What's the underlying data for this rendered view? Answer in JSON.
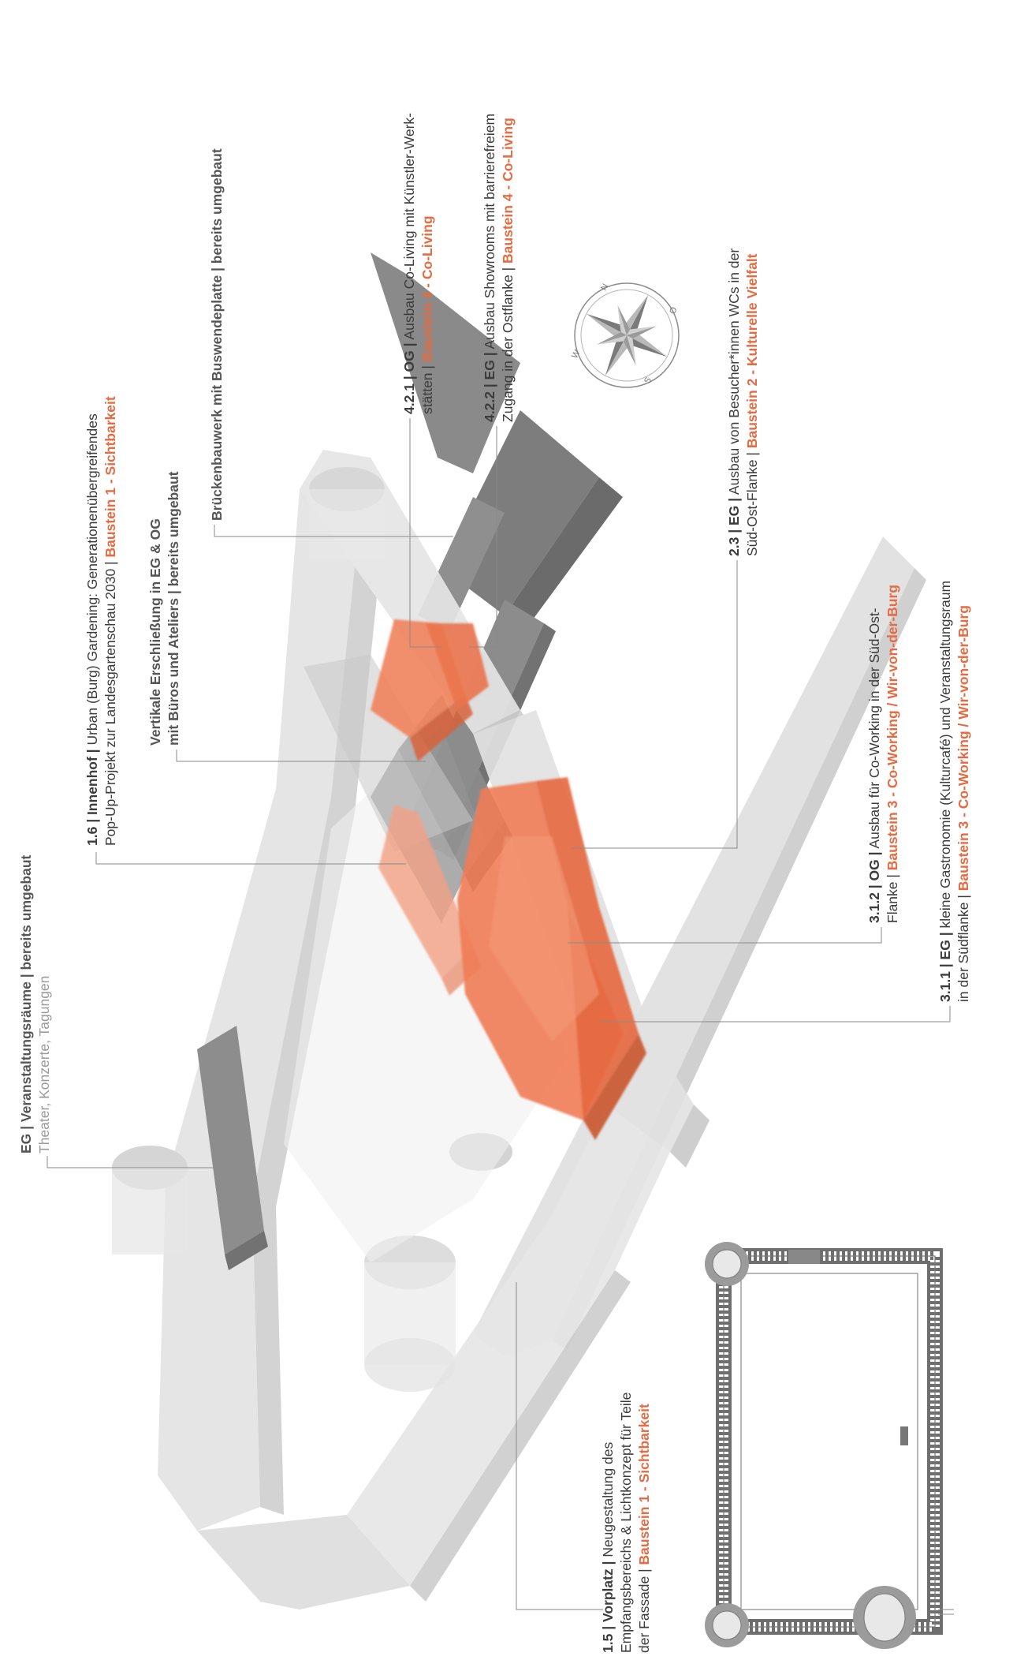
{
  "colors": {
    "accent": "#e46b42",
    "shell": "#dcdcdc",
    "dark": "#7c7c7c",
    "text": "#3c3c3c"
  },
  "compass": {
    "n": "N",
    "o": "O",
    "s": "S",
    "w": "W"
  },
  "labels": {
    "eg_veranstaltung": {
      "l1a": "EG | Veranstaltungsräume | bereits umgebaut",
      "l2": "Theater, Konzerte, Tagungen"
    },
    "innenhof": {
      "id": "1.6 | Innenhof |",
      "t1": " Urban (Burg) Gardening: Generationenübergreifendes",
      "t2": "Pop-Up-Projekt zur Landesgartenschau 2030 | ",
      "tag": "Baustein 1 - Sichtbarkeit"
    },
    "erschliessung": {
      "l1": "Vertikale Erschließung in EG & OG",
      "l2": "mit Büros und Ateliers | bereits umgebaut"
    },
    "bruecke": {
      "l1": "Brückenbauwerk mit Buswendeplatte | bereits umgebaut"
    },
    "coliving_og": {
      "id": "4.2.1 | OG |",
      "t1": " Ausbau Co-Living mit Künstler-Werk-",
      "t2": "stätten | ",
      "tag": "Baustein 4 - Co-Living"
    },
    "showrooms": {
      "id": "4.2.2 | EG |",
      "t1": " Ausbau Showrooms mit barrierefreiem",
      "t2": "Zugang in der Ostflanke | ",
      "tag": "Baustein 4 - Co-Living"
    },
    "wcs": {
      "id": "2.3 | EG |",
      "t1": " Ausbau von Besucher*innen WCs in der",
      "t2": "Süd-Ost-Flanke | ",
      "tag": "Baustein 2 - Kulturelle Vielfalt"
    },
    "coworking": {
      "id": "3.1.2 | OG |",
      "t1": " Ausbau für Co-Working in der Süd-Ost-",
      "t2": "Flanke | ",
      "tag": "Baustein 3 - Co-Working / Wir-von-der-Burg"
    },
    "gastro": {
      "id": "3.1.1 | EG |",
      "t1": " kleine Gastronomie (Kulturcafé) und Veranstaltungsraum",
      "t2": "in der Südflanke | ",
      "tag": "Baustein 3 - Co-Working / Wir-von-der-Burg"
    },
    "vorplatz": {
      "id": "1.5 | Vorplatz |",
      "t1": " Neugestaltung des",
      "t2": "Empfangsbereichs & Lichtkonzept für Teile",
      "t3": "der Fassade | ",
      "tag": "Baustein 1 - Sichtbarkeit"
    }
  }
}
